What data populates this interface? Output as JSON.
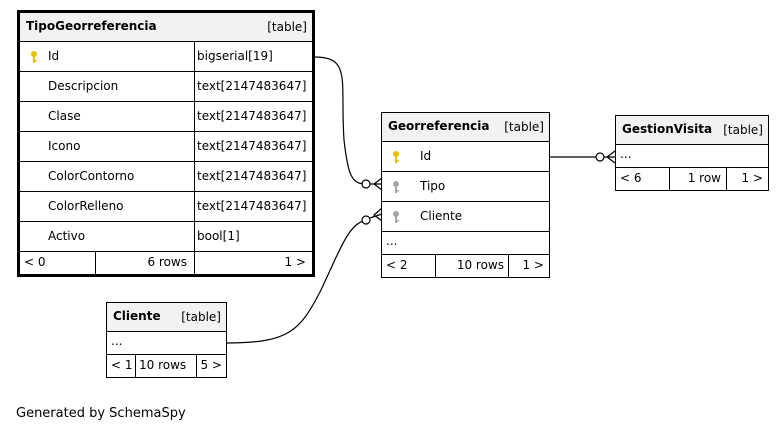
{
  "tables": {
    "tipo": {
      "name": "TipoGeorreferencia",
      "kind": "[table]",
      "columns": [
        {
          "name": "Id",
          "type": "bigserial[19]",
          "key": "primary"
        },
        {
          "name": "Descripcion",
          "type": "text[2147483647]"
        },
        {
          "name": "Clase",
          "type": "text[2147483647]"
        },
        {
          "name": "Icono",
          "type": "text[2147483647]"
        },
        {
          "name": "ColorContorno",
          "type": "text[2147483647]"
        },
        {
          "name": "ColorRelleno",
          "type": "text[2147483647]"
        },
        {
          "name": "Activo",
          "type": "bool[1]"
        }
      ],
      "footer": {
        "parents": "< 0",
        "rows": "6 rows",
        "children": "1 >"
      }
    },
    "geo": {
      "name": "Georreferencia",
      "kind": "[table]",
      "columns": [
        {
          "name": "Id",
          "key": "primary"
        },
        {
          "name": "Tipo",
          "key": "foreign"
        },
        {
          "name": "Cliente",
          "key": "foreign"
        }
      ],
      "ellipsis": "...",
      "footer": {
        "parents": "< 2",
        "rows": "10 rows",
        "children": "1 >"
      }
    },
    "gestion": {
      "name": "GestionVisita",
      "kind": "[table]",
      "ellipsis": "...",
      "footer": {
        "parents": "< 6",
        "rows": "1 row",
        "children": "1 >"
      }
    },
    "cliente": {
      "name": "Cliente",
      "kind": "[table]",
      "ellipsis": "...",
      "footer": {
        "parents": "< 1",
        "rows": "10 rows",
        "children": "5 >"
      }
    }
  },
  "caption": "Generated by SchemaSpy",
  "colors": {
    "primary_key": "#e5c100",
    "foreign_key": "#a6a6a6",
    "header_bg": "#f2f2f2"
  }
}
